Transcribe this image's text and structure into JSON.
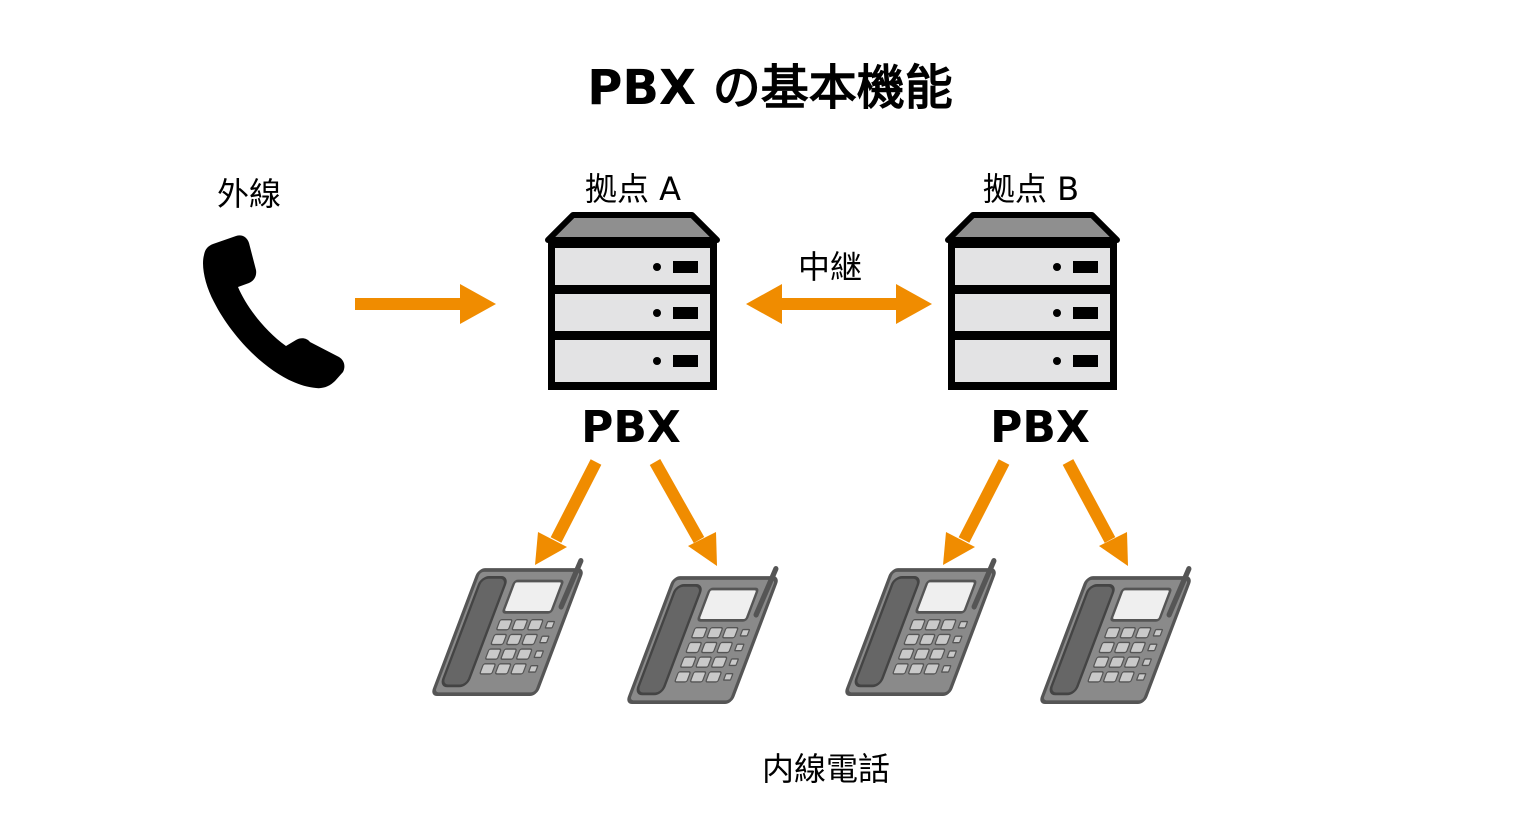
{
  "title": "PBX の基本機能",
  "external_line_label": "外線",
  "site_a": {
    "label": "拠点 A",
    "device_label": "PBX"
  },
  "site_b": {
    "label": "拠点 B",
    "device_label": "PBX"
  },
  "trunk_label": "中継",
  "extension_label": "内線電話",
  "colors": {
    "arrow": "#F08C00",
    "server_top": "#8F8F8F",
    "server_slot": "#E3E3E4",
    "phone_body": "#8A8A8A",
    "phone_dark": "#555555"
  },
  "icons": [
    "handset-icon",
    "pbx-server-icon",
    "desk-phone-icon"
  ]
}
